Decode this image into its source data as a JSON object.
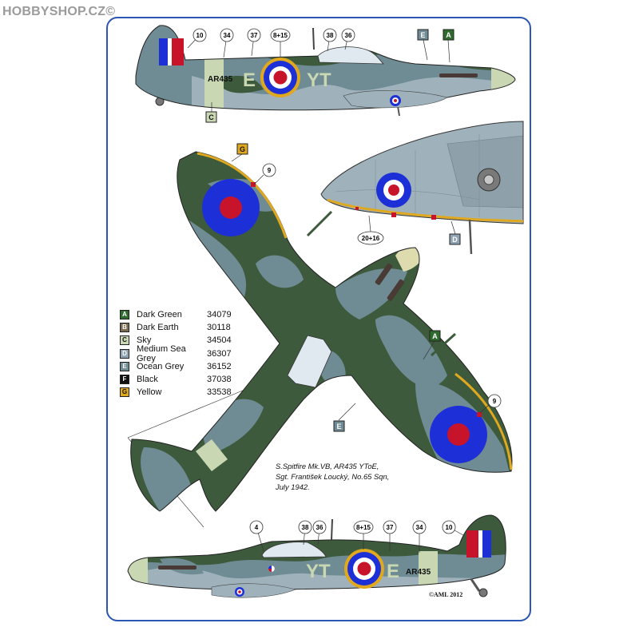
{
  "site_logo": "HOBBYSHOP.CZ©",
  "colors": {
    "frame": "#2b56b3",
    "dark_green": "#3e5a3c",
    "ocean_grey": "#6f8b94",
    "sky": "#c9d8b2",
    "medium_sea_grey": "#9fb2bc",
    "yellow": "#e0a81f",
    "roundel_blue": "#1d2fd6",
    "roundel_red": "#c8142b"
  },
  "legend": [
    {
      "letter": "A",
      "name": "Dark Green",
      "code": "34079",
      "swatch": "#2f6b2f"
    },
    {
      "letter": "B",
      "name": "Dark Earth",
      "code": "30118",
      "swatch": "#7a6b50"
    },
    {
      "letter": "C",
      "name": "Sky",
      "code": "34504",
      "swatch": "#c9d8b2"
    },
    {
      "letter": "D",
      "name": "Medium Sea Grey",
      "code": "36307",
      "swatch": "#8fa3b3"
    },
    {
      "letter": "E",
      "name": "Ocean Grey",
      "code": "36152",
      "swatch": "#6f8b94"
    },
    {
      "letter": "F",
      "name": "Black",
      "code": "37038",
      "swatch": "#111111"
    },
    {
      "letter": "G",
      "name": "Yellow",
      "code": "33538",
      "swatch": "#e0a81f"
    }
  ],
  "top_profile": {
    "callouts": [
      "10",
      "34",
      "37",
      "8+15",
      "38",
      "36"
    ],
    "badges_top": [
      "E",
      "A"
    ],
    "badge_bottom": "C",
    "serial": "AR435",
    "code_left": "E",
    "code_right": "YT"
  },
  "top_view": {
    "badge_yellow": "G",
    "callout_9a": "9",
    "callout_9b": "9",
    "badge_a": "A",
    "badge_e": "E"
  },
  "underside": {
    "callout": "20+16",
    "badge": "D"
  },
  "bottom_profile": {
    "callouts": [
      "4",
      "38",
      "36",
      "8+15",
      "37",
      "34",
      "10"
    ],
    "code_left": "YT",
    "code_right": "E",
    "serial": "AR435"
  },
  "caption": {
    "line1": "S.Spitfire Mk.VB,  AR435  YToE,",
    "line2": "Sgt. František Loucký,  No.65 Sqn,",
    "line3": "July 1942."
  },
  "copyright": "©AML 2012"
}
